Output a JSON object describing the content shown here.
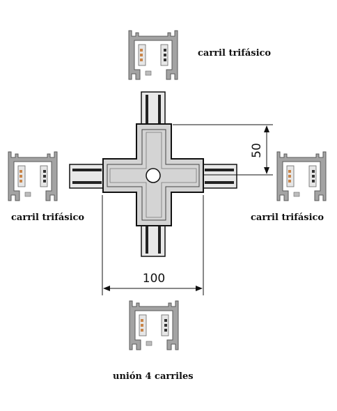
{
  "labels": {
    "top": "carril trifásico",
    "left": "carril trifásico",
    "right": "carril trifásico",
    "bottom": "unión 4 carriles"
  },
  "dimensions": {
    "width": "100",
    "height": "50"
  },
  "colors": {
    "profile_fill": "#9b9b9b",
    "profile_stroke": "#5a5a5a",
    "conductor": "#c8854a",
    "connector_body": "#d4d4d4",
    "line": "#111111"
  }
}
